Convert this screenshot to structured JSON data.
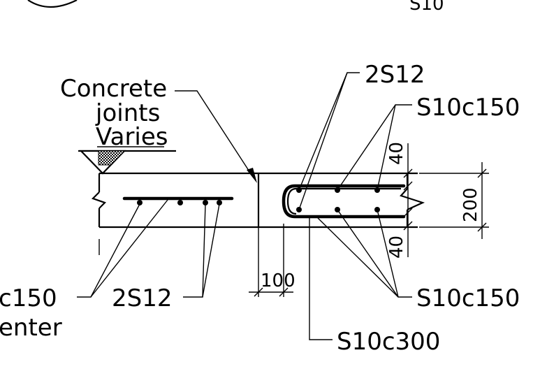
{
  "labels": {
    "top_right_partial": "S10",
    "concrete": "Concrete",
    "joints": "joints",
    "varies": "Varies",
    "top_bar": "2S12",
    "stirrup_top": "S10c150",
    "dim_40_top": "40",
    "dim_200": "200",
    "dim_40_bottom": "40",
    "dim_100": "100",
    "stirrup_bottom": "S10c150",
    "stirrup_300": "S10c300",
    "left_bar": "2S12",
    "left_mesh_partial": "c150",
    "left_center_partial": "enter"
  },
  "colors": {
    "ink": "#000000",
    "paper": "#ffffff"
  }
}
